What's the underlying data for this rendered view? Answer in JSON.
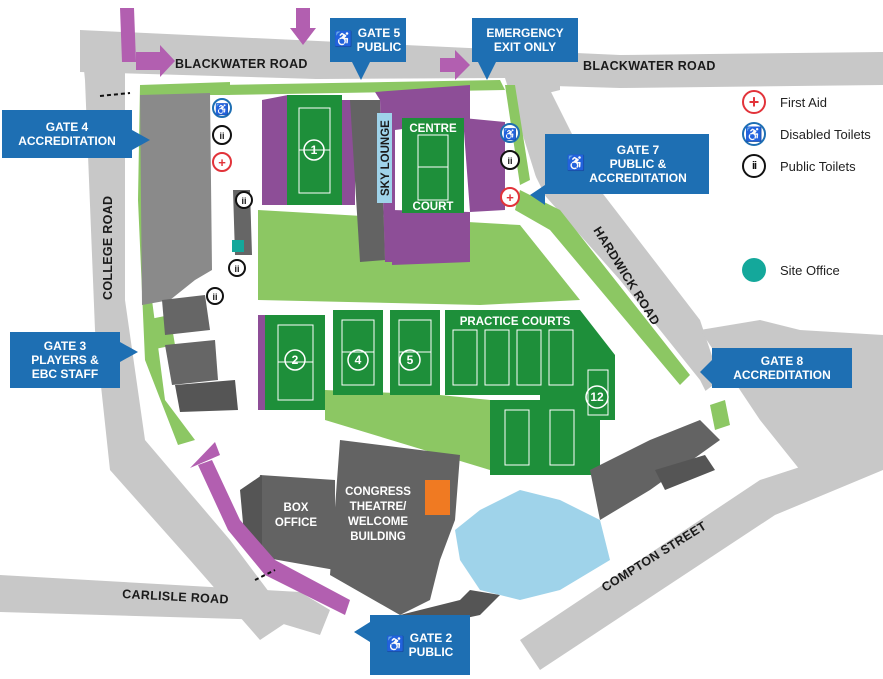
{
  "roads": {
    "blackwater_left": "BLACKWATER ROAD",
    "blackwater_right": "BLACKWATER ROAD",
    "college": "COLLEGE ROAD",
    "carlisle": "CARLISLE ROAD",
    "hardwick": "HARDWICK ROAD",
    "compton": "COMPTON STREET"
  },
  "gates": {
    "gate5": [
      "GATE 5",
      "PUBLIC"
    ],
    "emergency": [
      "EMERGENCY",
      "EXIT ONLY"
    ],
    "gate4": [
      "GATE 4",
      "ACCREDITATION"
    ],
    "gate7": [
      "GATE 7",
      "PUBLIC &",
      "ACCREDITATION"
    ],
    "gate3": [
      "GATE 3",
      "PLAYERS &",
      "EBC STAFF"
    ],
    "gate8": [
      "GATE 8",
      "ACCREDITATION"
    ],
    "gate2": [
      "GATE 2",
      "PUBLIC"
    ]
  },
  "courts": {
    "c1": "1",
    "c2": "2",
    "c4": "4",
    "c5": "5",
    "c12": "12",
    "centre_top": "CENTRE",
    "centre_bottom": "COURT",
    "practice": "PRACTICE COURTS"
  },
  "buildings": {
    "sky_lounge": "SKY LOUNGE",
    "box_office": [
      "BOX",
      "OFFICE"
    ],
    "congress": [
      "CONGRESS",
      "THEATRE/",
      "WELCOME",
      "BUILDING"
    ]
  },
  "legend": [
    {
      "icon": "first-aid-icon",
      "label": "First Aid",
      "color": "#e2333a"
    },
    {
      "icon": "disabled-toilet-icon",
      "label": "Disabled Toilets",
      "color": "#1e6fb3"
    },
    {
      "icon": "public-toilet-icon",
      "label": "Public Toilets",
      "color": "#111111"
    },
    {
      "icon": "site-office-icon",
      "label": "Site Office",
      "color": "#14a89b"
    }
  ],
  "colors": {
    "road": "#c8c8c8",
    "grass": "#8cc763",
    "court": "#1e8f3a",
    "stand": "#8d4e97",
    "building": "#636363",
    "water": "#9fd3ea",
    "gate": "#1e6fb3",
    "path": "#b25fb0",
    "highlight": "#f07a22"
  }
}
